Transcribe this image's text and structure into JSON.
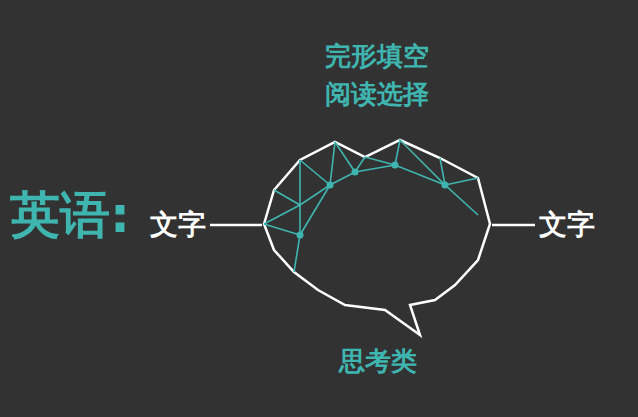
{
  "diagram": {
    "title": "英语:",
    "nodes": [
      {
        "text": [
          "文字"
        ]
      },
      {
        "text": [
          "完形填空 阅读选择",
          "思考类"
        ]
      },
      {
        "text": [
          "文字"
        ]
      }
    ],
    "edges": [
      {
        "from": 0,
        "to": 1,
        "arrow": "none"
      },
      {
        "from": 1,
        "to": 2,
        "arrow": "none"
      }
    ]
  }
}
